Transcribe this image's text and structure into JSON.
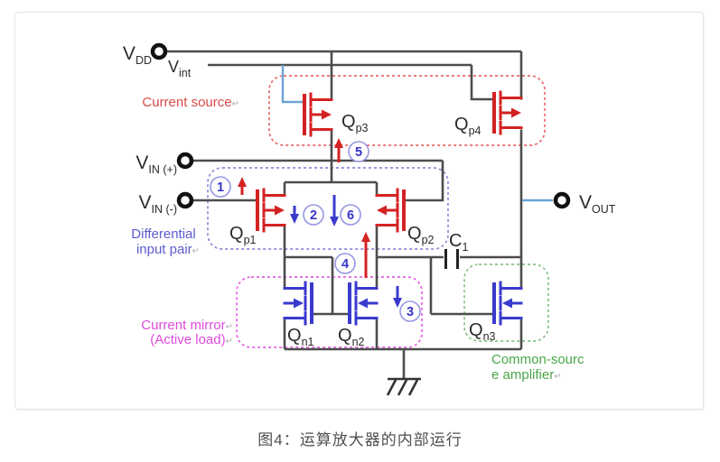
{
  "caption": "图4：运算放大器的内部运行",
  "return_mark": "↵",
  "colors": {
    "wire": "#4d4d4d",
    "pmos_red": "#d42222",
    "nmos_blue": "#3a3acd",
    "bias_blue": "#6ba3d6",
    "current_source_box": "#e86a6a",
    "diff_pair_box": "#8c8cdc",
    "current_mirror_box": "#e263e2",
    "common_source_box": "#85c285",
    "marker_ring": "#9595e2",
    "marker_digit": "#3535c8",
    "terminal_black": "#111111"
  },
  "terminals": {
    "vdd": {
      "main": "V",
      "sub": "DD"
    },
    "vint": {
      "main": "V",
      "sub": "int"
    },
    "vin_plus": {
      "main": "V",
      "sub": "IN (+)"
    },
    "vin_minus": {
      "main": "V",
      "sub": "IN (-)"
    },
    "vout": {
      "main": "V",
      "sub": "OUT"
    }
  },
  "transistors": {
    "qp1": {
      "main": "Q",
      "sub": "p1"
    },
    "qp2": {
      "main": "Q",
      "sub": "p2"
    },
    "qp3": {
      "main": "Q",
      "sub": "p3"
    },
    "qp4": {
      "main": "Q",
      "sub": "p4"
    },
    "qn1": {
      "main": "Q",
      "sub": "n1"
    },
    "qn2": {
      "main": "Q",
      "sub": "n2"
    },
    "qn3": {
      "main": "Q",
      "sub": "n3"
    }
  },
  "capacitor": {
    "main": "C",
    "sub": "1"
  },
  "blocks": {
    "current_source": {
      "line1": "Current source"
    },
    "diff_pair": {
      "line1": "Differential",
      "line2": "input pair"
    },
    "current_mirror": {
      "line1": "Current mirror",
      "line2": "(Active load)"
    },
    "common_source": {
      "line1": "Common-sourc",
      "line2": "e amplifier"
    }
  },
  "flow_markers": [
    "1",
    "2",
    "3",
    "4",
    "5",
    "6"
  ]
}
